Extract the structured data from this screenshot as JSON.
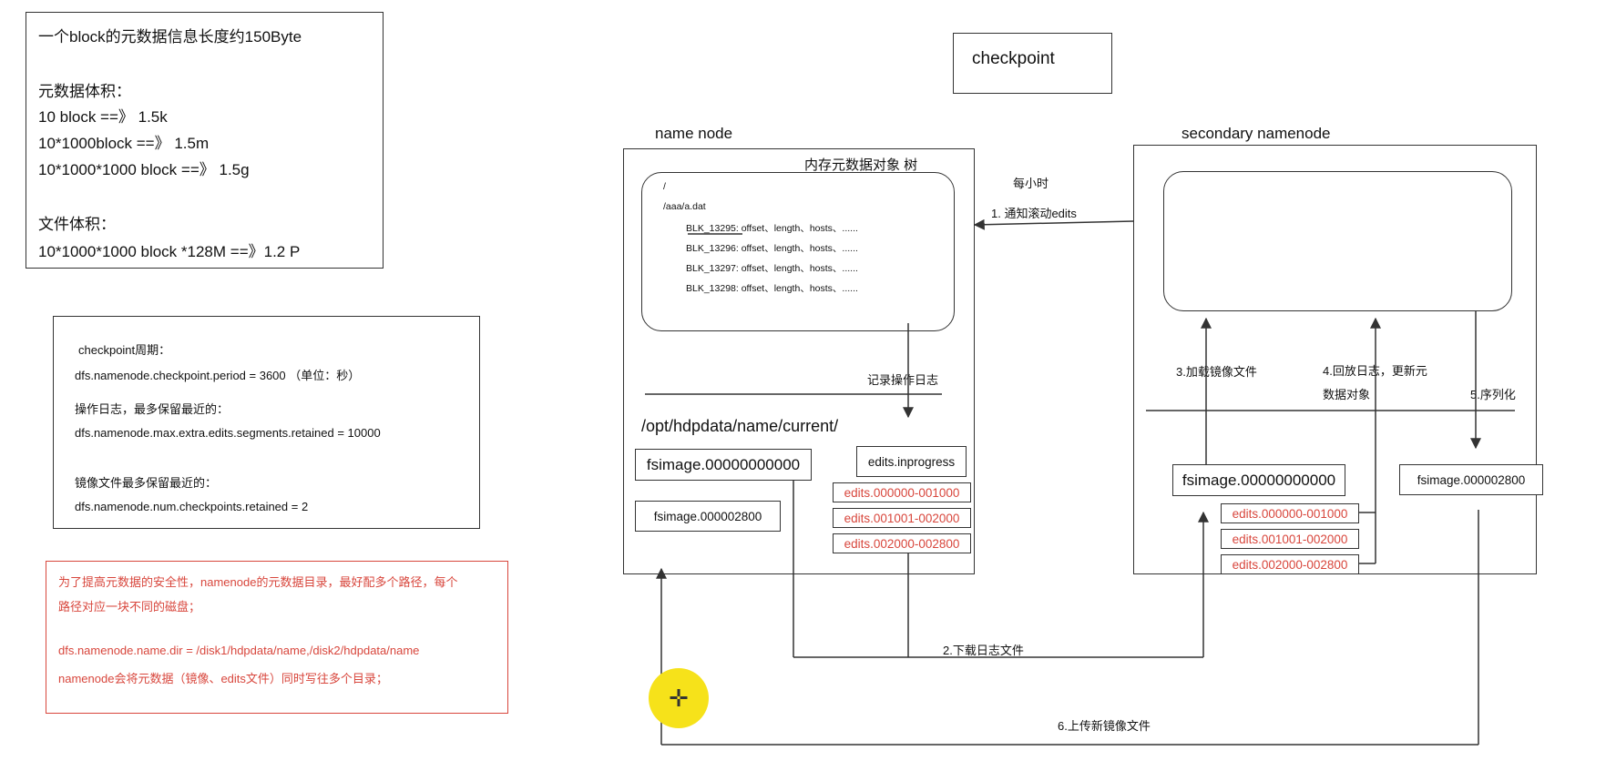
{
  "info_box": {
    "line1": "一个block的元数据信息长度约150Byte",
    "line2": "元数据体积：",
    "line3": "10 block  ==》 1.5k",
    "line4": "10*1000block ==》 1.5m",
    "line5": "10*1000*1000 block ==》 1.5g",
    "line6": "文件体积：",
    "line7": "10*1000*1000 block  *128M ==》1.2 P"
  },
  "config_box": {
    "line1": "checkpoint周期：",
    "line2": "dfs.namenode.checkpoint.period =  3600 （单位：秒）",
    "line3": "操作日志，最多保留最近的：",
    "line4": "dfs.namenode.max.extra.edits.segments.retained = 10000",
    "line5": "镜像文件最多保留最近的：",
    "line6": "dfs.namenode.num.checkpoints.retained =  2"
  },
  "note_box": {
    "line1": "为了提高元数据的安全性，namenode的元数据目录，最好配多个路径，每个",
    "line2": "路径对应一块不同的磁盘；",
    "line3": "dfs.namenode.name.dir = /disk1/hdpdata/name,/disk2/hdpdata/name",
    "line4": "namenode会将元数据（镜像、edits文件）同时写往多个目录；"
  },
  "title": "checkpoint",
  "namenode": {
    "label": "name  node",
    "memory_label": "内存元数据对象   树",
    "tree_root": "/",
    "tree_file": "/aaa/a.dat",
    "blocks": [
      "BLK_13295: offset、length、hosts、......",
      "BLK_13296: offset、length、hosts、......",
      "BLK_13297: offset、length、hosts、......",
      "BLK_13298: offset、length、hosts、......"
    ],
    "log_label": "记录操作日志",
    "path": "/opt/hdpdata/name/current/",
    "fsimage_main": "fsimage.00000000000",
    "fsimage_old": "fsimage.000002800",
    "edits_inprogress": "edits.inprogress",
    "edits": [
      "edits.000000-001000",
      "edits.001001-002000",
      "edits.002000-002800"
    ]
  },
  "secondary": {
    "label": "secondary  namenode",
    "step3": "3.加载镜像文件",
    "step4_line1": "4.回放日志，更新元",
    "step4_line2": "数据对象",
    "step5": "5.序列化",
    "fsimage_main": "fsimage.00000000000",
    "fsimage_new": "fsimage.000002800",
    "edits": [
      "edits.000000-001000",
      "edits.001001-002000",
      "edits.002000-002800"
    ]
  },
  "arrows": {
    "hourly_line1": "每小时",
    "hourly_line2": "1. 通知滚动edits",
    "download": "2.下载日志文件",
    "upload": "6.上传新镜像文件"
  },
  "colors": {
    "accent_red": "#d8463c",
    "cursor_yellow": "#f6e21a",
    "line": "#333333"
  }
}
